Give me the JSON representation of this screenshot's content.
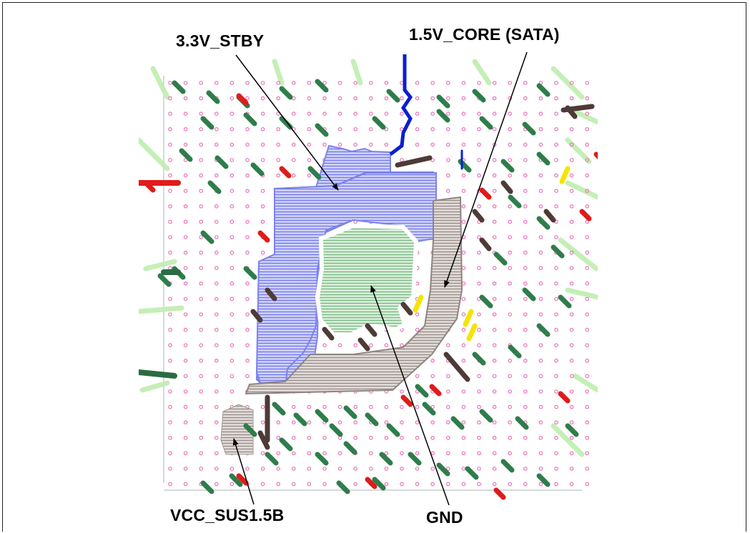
{
  "figure": {
    "labels": {
      "stby": "3.3V_STBY",
      "core": "1.5V_CORE (SATA)",
      "sus": "VCC_SUS1.5B",
      "gnd": "GND"
    },
    "colors": {
      "stby_plane": "#8f95f0",
      "core_plane": "#b3aaa6",
      "gnd_plane": "#8cc79a",
      "trace_green": "#2e7d4a",
      "trace_red": "#e01b1b",
      "trace_brown": "#4e3a36",
      "trace_yellow": "#f5e400",
      "trace_light_green": "#c4efb5",
      "via_pink": "#e873b8",
      "blue_trace": "#0a1fd0",
      "arrow": "#000000"
    }
  }
}
